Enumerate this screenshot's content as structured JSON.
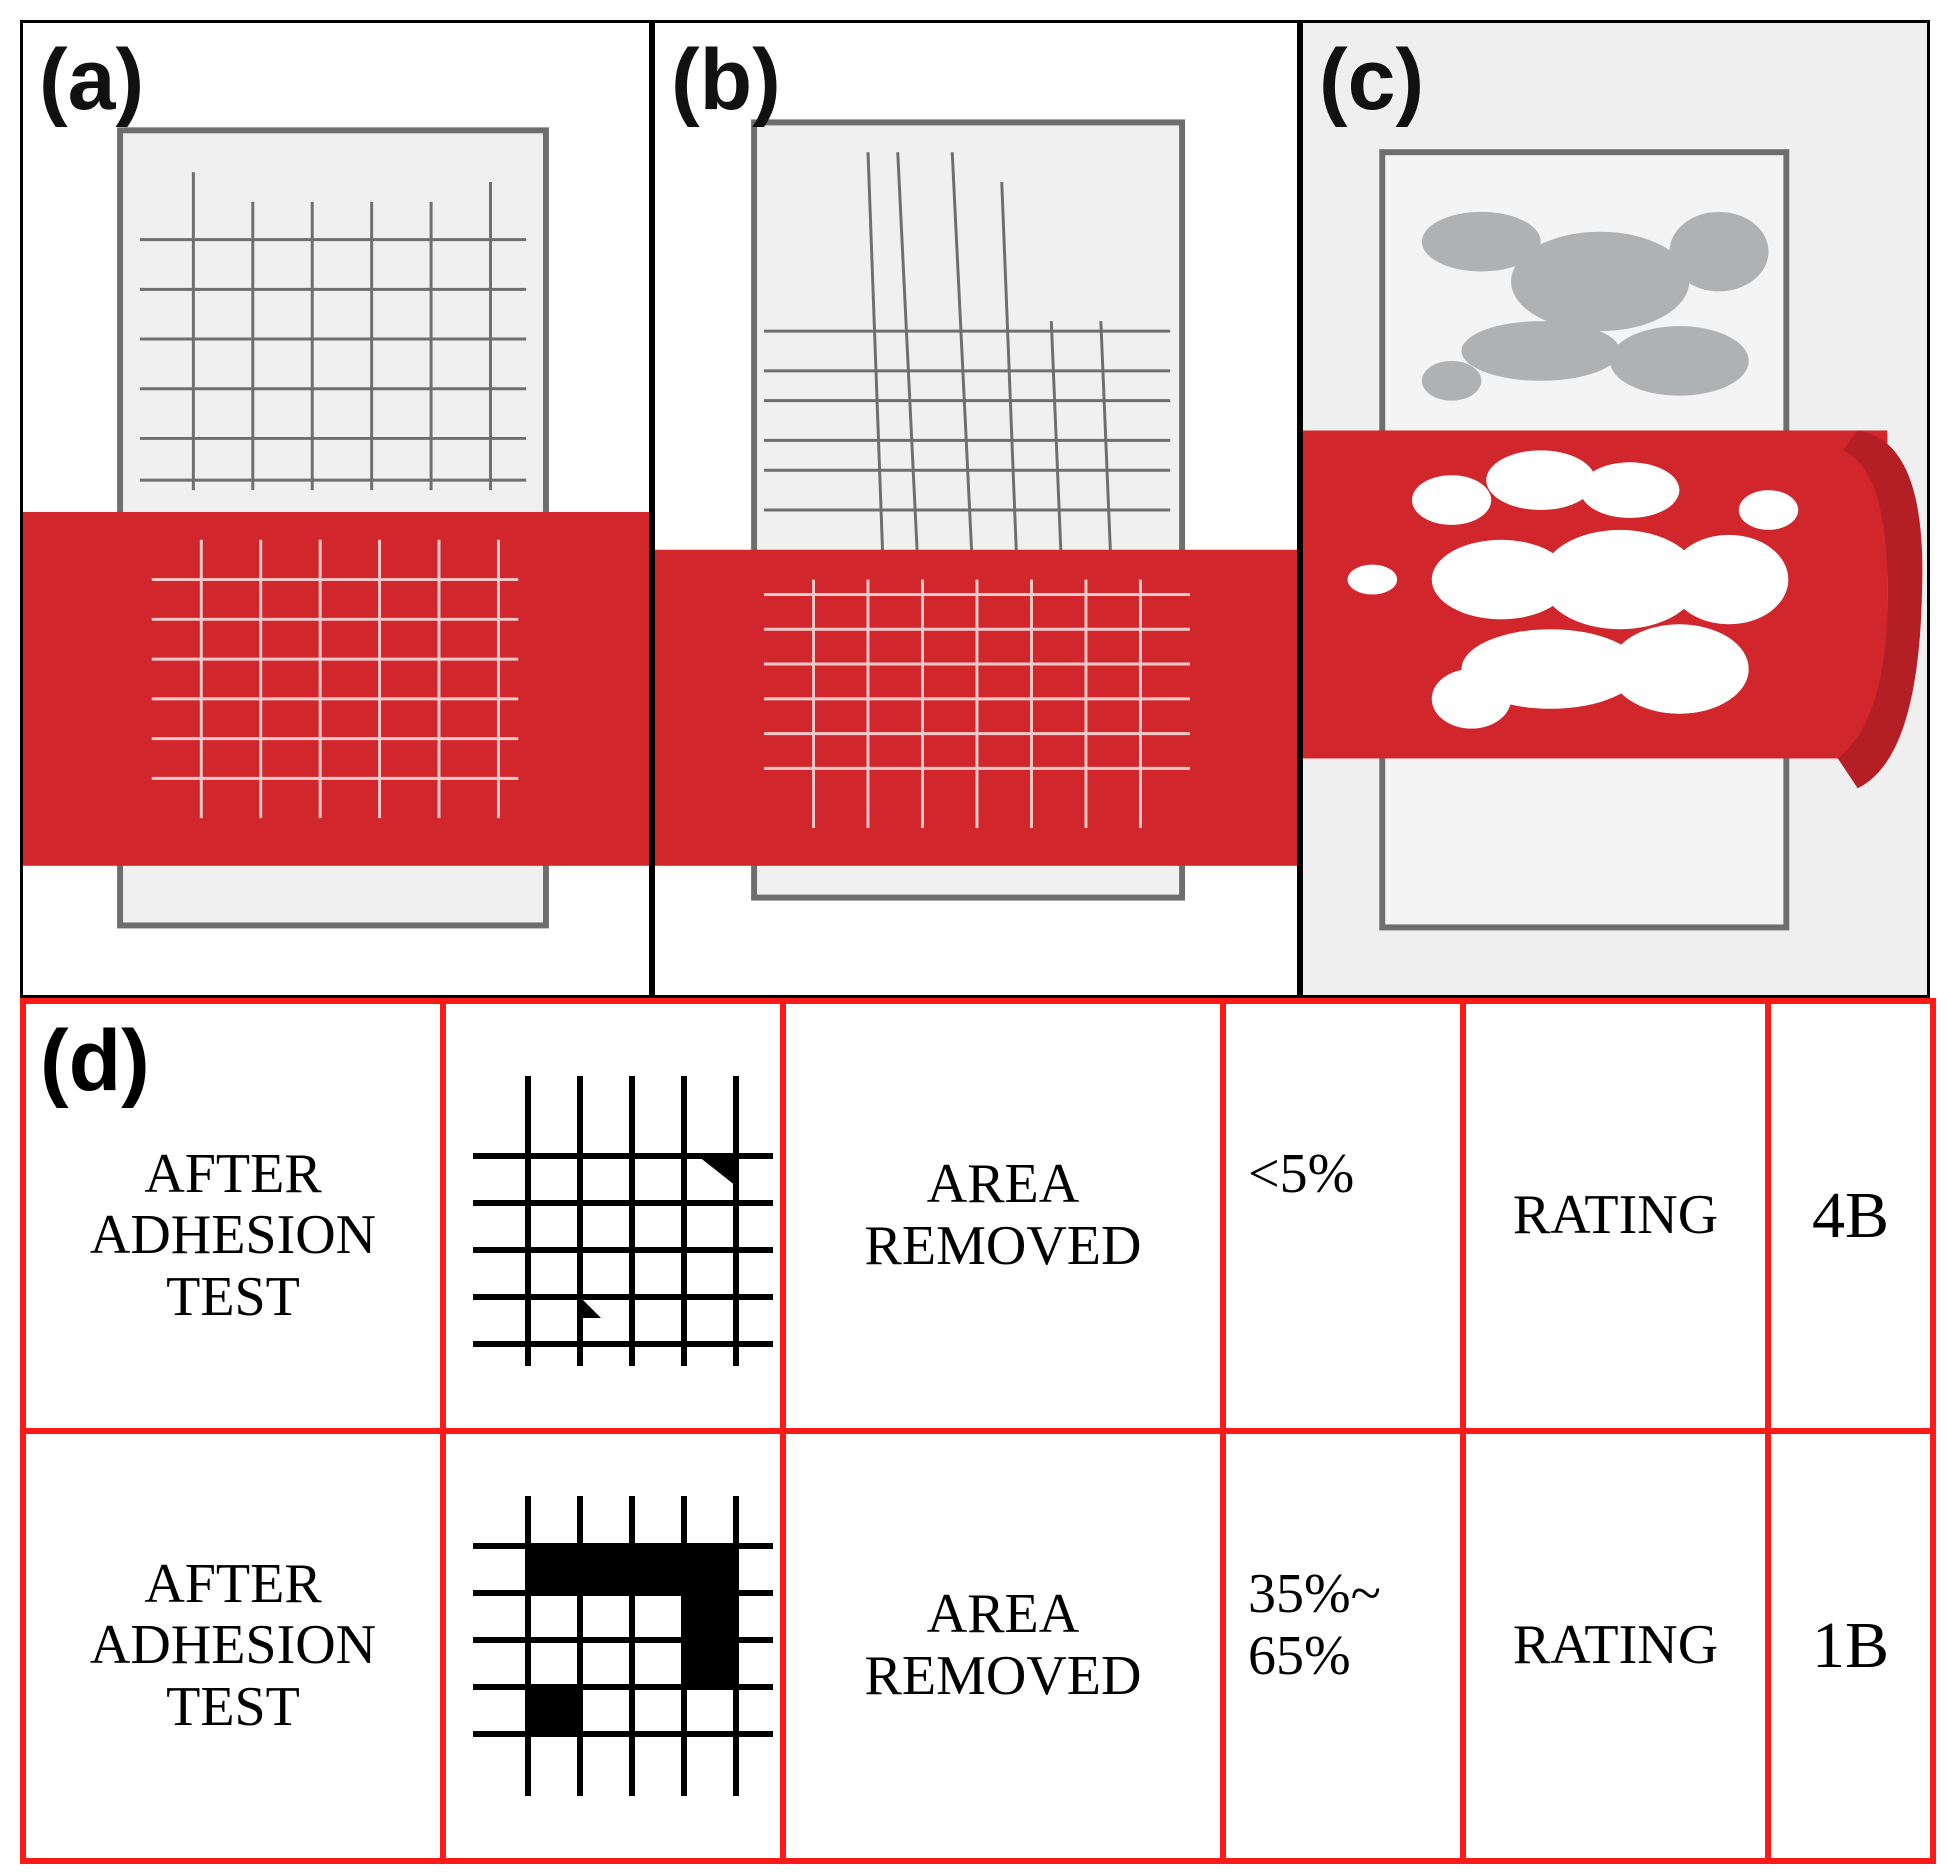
{
  "panels": [
    {
      "label": "(a)",
      "tape_color": "#d0262c",
      "coating_color": "#f1f1f1"
    },
    {
      "label": "(b)",
      "tape_color": "#d0262c",
      "coating_color": "#f1f1f1"
    },
    {
      "label": "(c)",
      "tape_color": "#d0262c",
      "coating_color": "#f1f1f1"
    }
  ],
  "table": {
    "label": "(d)",
    "border_color": "#ff1a1a",
    "rows": [
      {
        "description": [
          "AFTER",
          "ADHESION",
          "TEST"
        ],
        "area_label": [
          "AREA",
          "REMOVED"
        ],
        "area_value": [
          "<5%"
        ],
        "rating_label": "RATING",
        "rating_value": "4B"
      },
      {
        "description": [
          "AFTER",
          "ADHESION",
          "TEST"
        ],
        "area_label": [
          "AREA",
          "REMOVED"
        ],
        "area_value": [
          "35%~",
          "65%"
        ],
        "rating_label": "RATING",
        "rating_value": "1B"
      }
    ]
  }
}
